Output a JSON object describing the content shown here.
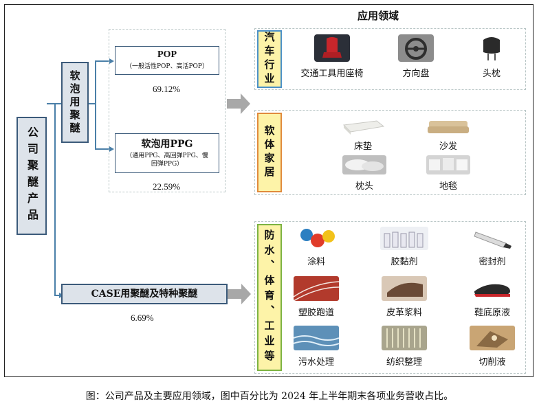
{
  "header": "应用领域",
  "root": "公司聚醚产品",
  "soft_foam": "软泡用聚醚",
  "pop": {
    "title": "POP",
    "subtitle": "（一般活性POP、高活POP）",
    "pct": "69.12%"
  },
  "ppg": {
    "title": "软泡用PPG",
    "subtitle": "（通用PPG、高回弹PPG、慢回弹PPG）",
    "pct": "22.59%"
  },
  "case": {
    "title": "CASE用聚醚及特种聚醚",
    "pct": "6.69%"
  },
  "categories": {
    "auto": {
      "label": "汽车行业",
      "items": [
        "交通工具用座椅",
        "方向盘",
        "头枕"
      ]
    },
    "furniture": {
      "label": "软体家居",
      "items": [
        "床垫",
        "沙发",
        "枕头",
        "地毯"
      ]
    },
    "industry": {
      "label": "防水、体育、工业等",
      "items": [
        "涂料",
        "胶黏剂",
        "密封剂",
        "塑胶跑道",
        "皮革浆料",
        "鞋底原液",
        "污水处理",
        "纺织整理",
        "切削液"
      ]
    }
  },
  "caption": "图：公司产品及主要应用领域，图中百分比为 2024 年上半年期末各项业务营收占比。",
  "colors": {
    "auto": "#4a90c8",
    "furniture": "#e08a3c",
    "industry": "#7cb342",
    "accent": "#3b5a7a"
  }
}
